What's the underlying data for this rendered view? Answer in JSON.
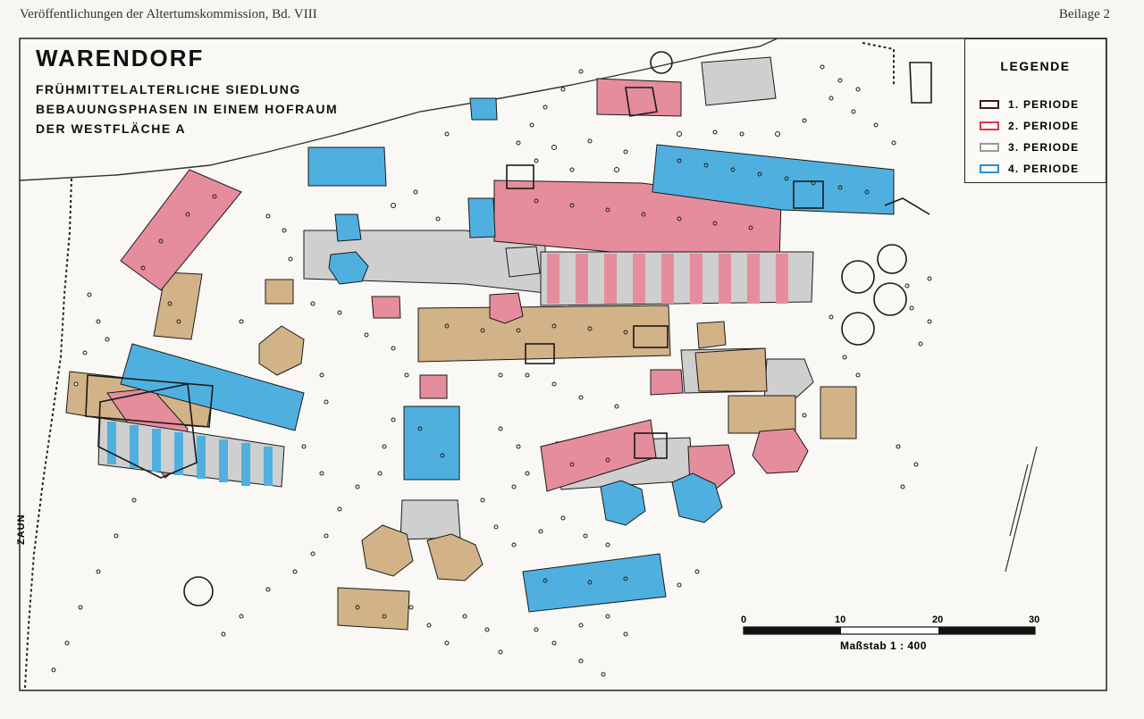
{
  "header": {
    "left": "Veröffentlichungen der Altertumskommission, Bd. VIII",
    "right": "Beilage 2"
  },
  "map": {
    "title": "WARENDORF",
    "subtitle_lines": [
      "FRÜHMITTELALTERLICHE SIEDLUNG",
      "BEBAUUNGSPHASEN IN EINEM HOFRAUM",
      "DER WESTFLÄCHE A"
    ],
    "fence_label": "ZAUN"
  },
  "legend": {
    "title": "LEGENDE",
    "items": [
      {
        "label": "1. PERIODE",
        "color": "#3a1a14"
      },
      {
        "label": "2. PERIODE",
        "color": "#d9364a"
      },
      {
        "label": "3. PERIODE",
        "color": "#9a9a9a"
      },
      {
        "label": "4. PERIODE",
        "color": "#2a8fd0"
      }
    ]
  },
  "scale": {
    "ticks": [
      "0",
      "10",
      "20",
      "30"
    ],
    "caption": "Maßstab 1 : 400"
  },
  "colors": {
    "period1": "#d2b287",
    "period2": "#e58d9c",
    "period3": "#cfcfcf",
    "period4": "#4fb0df",
    "outline": "#1a1a1a"
  }
}
